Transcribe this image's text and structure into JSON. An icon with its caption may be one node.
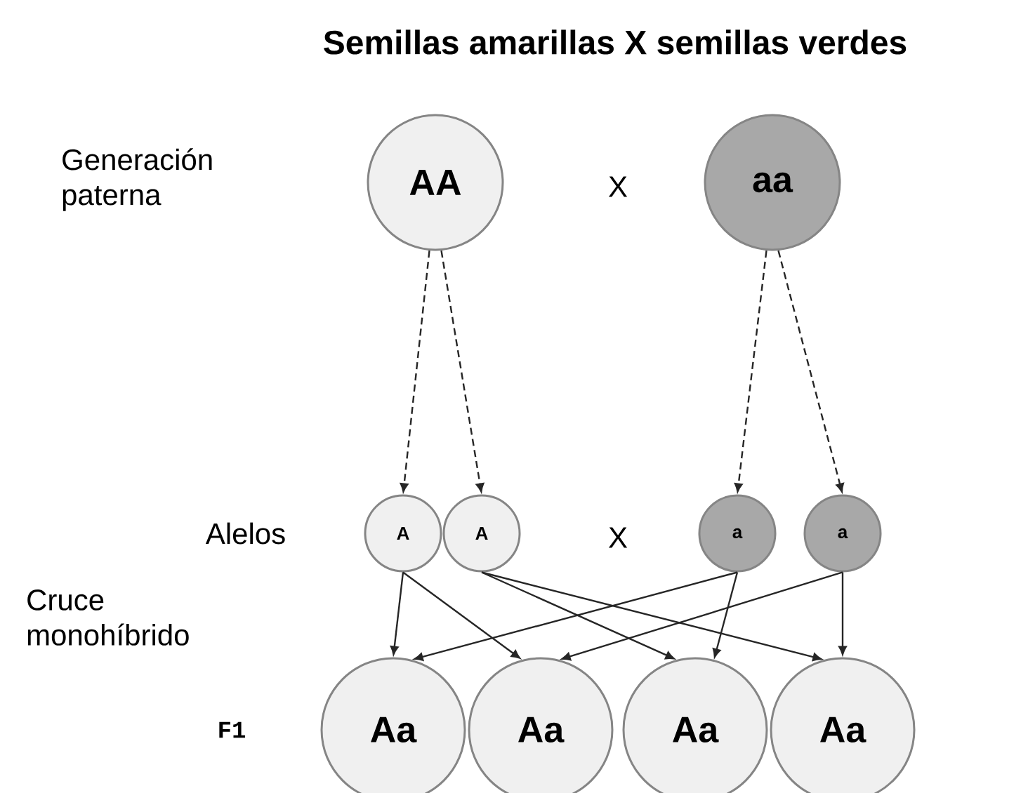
{
  "diagram": {
    "title": "Semillas amarillas X semillas verdes",
    "nodes": [
      {
        "text": [
          "AA"
        ]
      },
      {
        "text": [
          "aa"
        ]
      },
      {
        "text": [
          "A"
        ]
      },
      {
        "text": [
          "A"
        ]
      },
      {
        "text": [
          "a"
        ]
      },
      {
        "text": [
          "a"
        ]
      },
      {
        "text": [
          "Aa"
        ]
      },
      {
        "text": [
          "Aa"
        ]
      },
      {
        "text": [
          "Aa"
        ]
      },
      {
        "text": [
          "Aa"
        ]
      }
    ],
    "edges": [
      {
        "from": 0,
        "to": 2,
        "arrow": "to",
        "style": "dashed"
      },
      {
        "from": 0,
        "to": 3,
        "arrow": "to",
        "style": "dashed"
      },
      {
        "from": 1,
        "to": 4,
        "arrow": "to",
        "style": "dashed"
      },
      {
        "from": 1,
        "to": 5,
        "arrow": "to",
        "style": "dashed"
      },
      {
        "from": 2,
        "to": 6,
        "arrow": "to"
      },
      {
        "from": 2,
        "to": 7,
        "arrow": "to"
      },
      {
        "from": 3,
        "to": 8,
        "arrow": "to"
      },
      {
        "from": 3,
        "to": 9,
        "arrow": "to"
      },
      {
        "from": 4,
        "to": 6,
        "arrow": "to"
      },
      {
        "from": 4,
        "to": 8,
        "arrow": "to"
      },
      {
        "from": 5,
        "to": 7,
        "arrow": "to"
      },
      {
        "from": 5,
        "to": 9,
        "arrow": "to"
      }
    ],
    "labels": [
      "Generación paterna",
      "X",
      "Alelos",
      "X",
      "Cruce monohíbrido",
      "F1"
    ]
  }
}
